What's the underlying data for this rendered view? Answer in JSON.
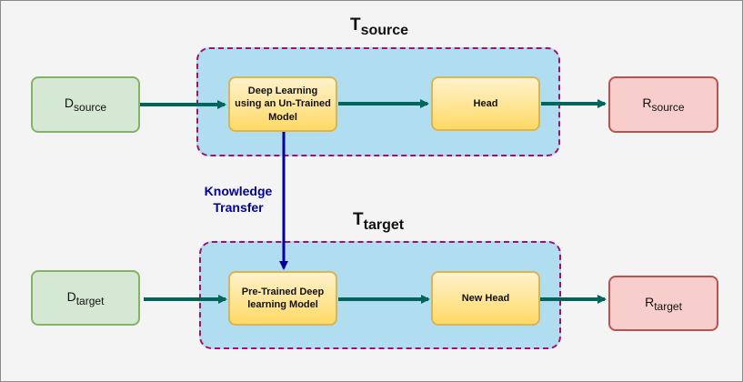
{
  "colors": {
    "flow_arrow": "#00665c",
    "transfer_arrow": "#000099",
    "group_fill": "#b1ddf0",
    "group_border": "#a2106c"
  },
  "source": {
    "title_main": "T",
    "title_sub": "source",
    "input_main": "D",
    "input_sub": "source",
    "model_label": "Deep Learning using an Un-Trained Model",
    "head_label": "Head",
    "result_main": "R",
    "result_sub": "source"
  },
  "transfer": {
    "line1": "Knowledge",
    "line2": "Transfer"
  },
  "target": {
    "title_main": "T",
    "title_sub": "target",
    "input_main": "D",
    "input_sub": "target",
    "model_label": "Pre-Trained Deep learning Model",
    "head_label": "New Head",
    "result_main": "R",
    "result_sub": "target"
  }
}
